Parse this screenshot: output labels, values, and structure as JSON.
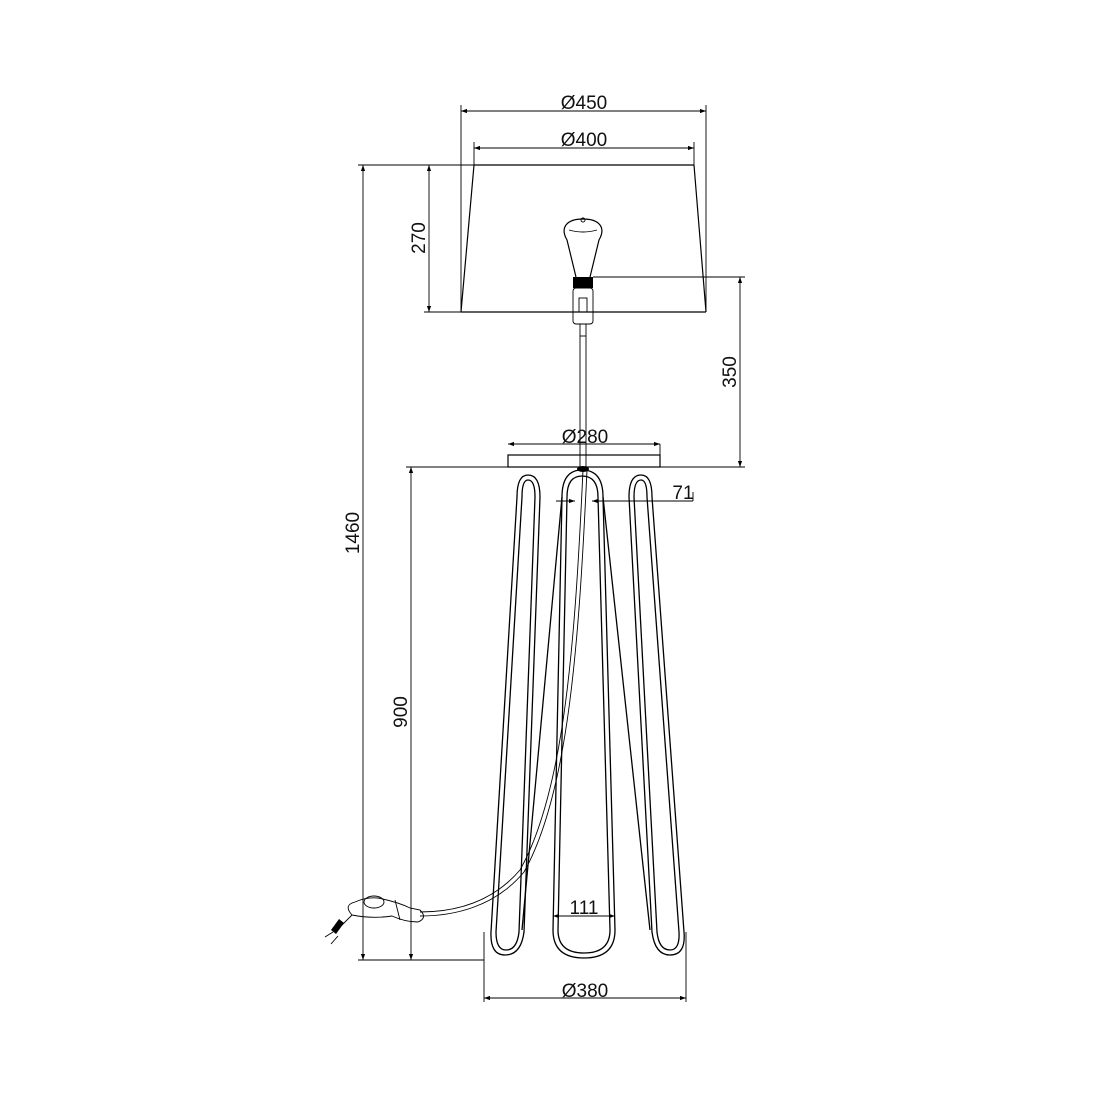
{
  "drawing": {
    "subject": "Floor lamp technical dimension drawing",
    "units": "mm",
    "line_color": "#000000",
    "background": "#ffffff"
  },
  "dimensions": {
    "shade_bottom_diameter": "Ø450",
    "shade_top_diameter": "Ø400",
    "shade_height": "270",
    "total_height": "1460",
    "shade_bottom_to_base_top": "350",
    "base_plate_diameter": "Ø280",
    "leg_loop_width_top": "71",
    "base_height": "900",
    "leg_loop_width_bottom": "111",
    "footprint_diameter": "Ø380"
  },
  "components": [
    "lamp-shade",
    "bulb",
    "lamp-socket",
    "stem",
    "base-plate",
    "hairpin-legs",
    "power-cord",
    "foot-switch",
    "plug"
  ]
}
